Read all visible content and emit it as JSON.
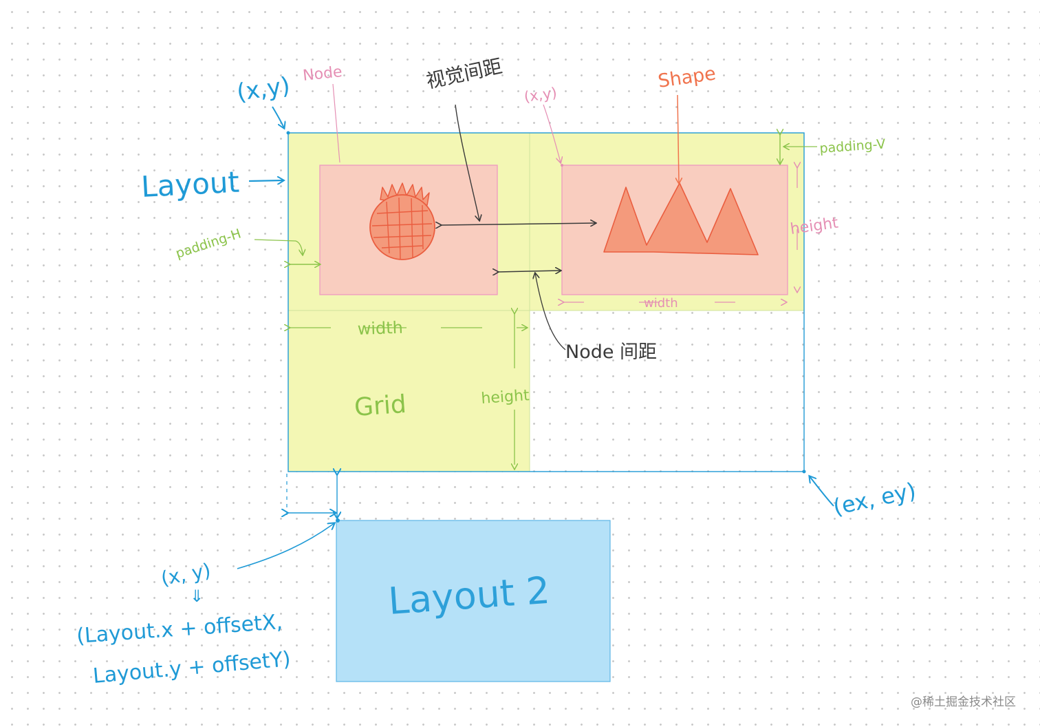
{
  "labels": {
    "layout_origin": "(x,y)",
    "node": "Node",
    "grid_gap": "视觉间距",
    "shape_origin": "(x,y)",
    "shape": "Shape",
    "padding_v": "padding-V",
    "layout": "Layout",
    "padding_h": "padding-H",
    "height_right": "height",
    "width_right": "width",
    "width_grid": "width",
    "node_gap": "Node 间距",
    "grid": "Grid",
    "height_grid": "height",
    "end_point": "(ex, ey)",
    "layout2_origin": "(x, y)",
    "arrow_down": "⇓",
    "formula_line1": "(Layout.x + offsetX,",
    "formula_line2": "Layout.y + offsetY)",
    "layout2": "Layout 2",
    "watermark": "@稀土掘金技术社区"
  },
  "colors": {
    "layout_stroke": "#1f9ad6",
    "grid_fill": "#f3f7b4",
    "node_fill": "#f9cdbf",
    "node_stroke": "#ee9fc0",
    "shape_fill": "#f49a7c",
    "shape_stroke": "#ea5d3f",
    "annotation_blue": "#1f9ad6",
    "annotation_green": "#8bc34a",
    "annotation_pink": "#e58fb4",
    "annotation_dark": "#3a3a3a",
    "annotation_orange": "#f0734d",
    "layout2_fill": "#b5e1f8"
  },
  "icons": {
    "pineapple": "pineapple-icon",
    "mountains": "mountains-shape"
  }
}
